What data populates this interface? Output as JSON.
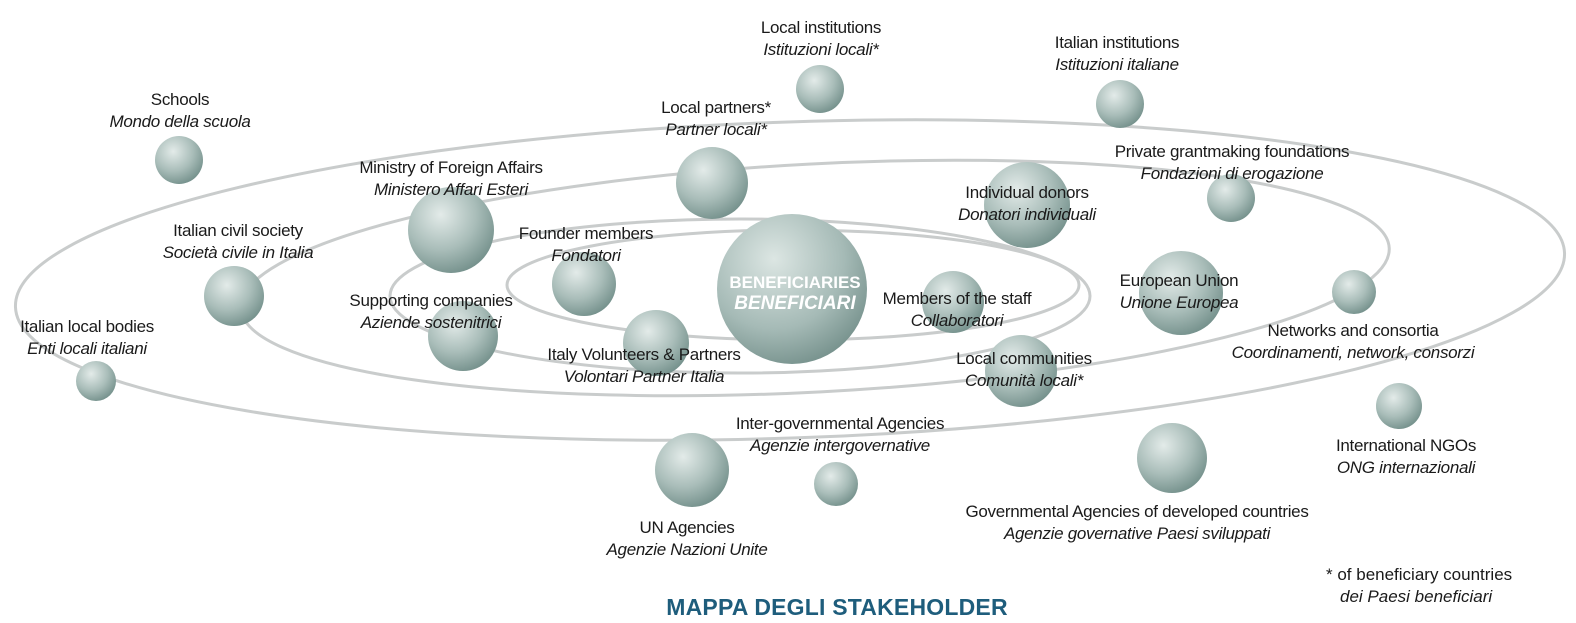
{
  "title": "MAPPA DEGLI STAKEHOLDER",
  "center": {
    "en": "BENEFICIARIES",
    "it": "BENEFICIARI"
  },
  "footnote": {
    "en": "* of beneficiary countries",
    "it": "dei Paesi beneficiari"
  },
  "stakeholders": [
    {
      "key": "local-institutions",
      "en": "Local institutions",
      "it": "Istituzioni locali*"
    },
    {
      "key": "italian-institutions",
      "en": "Italian institutions",
      "it": "Istituzioni italiane"
    },
    {
      "key": "schools",
      "en": "Schools",
      "it": "Mondo della scuola"
    },
    {
      "key": "local-partners",
      "en": "Local partners*",
      "it": "Partner locali*"
    },
    {
      "key": "private-foundations",
      "en": "Private grantmaking foundations",
      "it": "Fondazioni di erogazione"
    },
    {
      "key": "ministry-foreign-affairs",
      "en": "Ministry of Foreign Affairs",
      "it": "Ministero Affari Esteri"
    },
    {
      "key": "individual-donors",
      "en": "Individual donors",
      "it": "Donatori individuali"
    },
    {
      "key": "italian-civil-society",
      "en": "Italian civil society",
      "it": "Società civile in Italia"
    },
    {
      "key": "founder-members",
      "en": "Founder members",
      "it": "Fondatori"
    },
    {
      "key": "european-union",
      "en": "European Union",
      "it": "Unione Europea"
    },
    {
      "key": "supporting-companies",
      "en": "Supporting companies",
      "it": "Aziende sostenitrici"
    },
    {
      "key": "members-of-staff",
      "en": "Members of the staff",
      "it": "Collaboratori"
    },
    {
      "key": "italian-local-bodies",
      "en": "Italian local bodies",
      "it": "Enti locali italiani"
    },
    {
      "key": "networks-consortia",
      "en": "Networks and consortia",
      "it": "Coordinamenti, network, consorzi"
    },
    {
      "key": "italy-volunteers",
      "en": "Italy Volunteers & Partners",
      "it": "Volontari Partner Italia"
    },
    {
      "key": "local-communities",
      "en": "Local communities",
      "it": "Comunità locali*"
    },
    {
      "key": "inter-governmental-agencies",
      "en": "Inter-governmental Agencies",
      "it": "Agenzie intergovernative"
    },
    {
      "key": "international-ngos",
      "en": "International NGOs",
      "it": "ONG internazionali"
    },
    {
      "key": "governmental-agencies",
      "en": "Governmental Agencies of developed countries",
      "it": "Agenzie governative Paesi sviluppati"
    },
    {
      "key": "un-agencies",
      "en": "UN Agencies",
      "it": "Agenzie Nazioni Unite"
    }
  ],
  "colors": {
    "orbit": "#c9cccc",
    "planet_light": "#d7e0de",
    "planet_dark": "#7d9893",
    "title": "#1e5d7c"
  }
}
